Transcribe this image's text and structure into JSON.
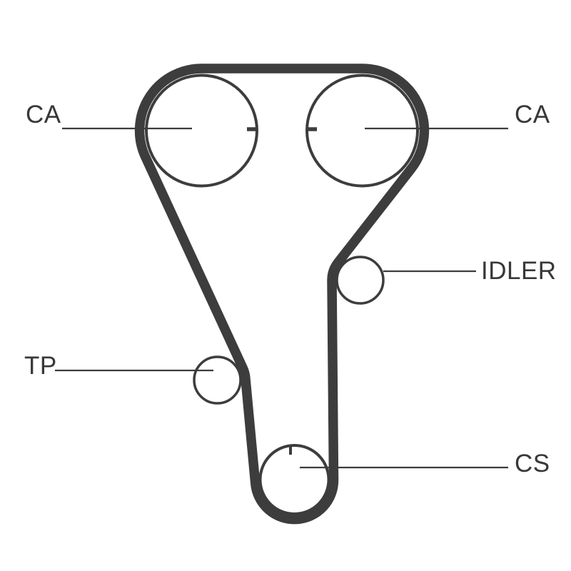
{
  "diagram": {
    "name": "timing-belt-routing-diagram",
    "colors": {
      "line": "#3d3d3d",
      "text": "#383838",
      "background": "#ffffff"
    },
    "labels": {
      "camshaft_left": "CA",
      "camshaft_right": "CA",
      "idler": "IDLER",
      "tensioner": "TP",
      "crankshaft": "CS"
    }
  }
}
